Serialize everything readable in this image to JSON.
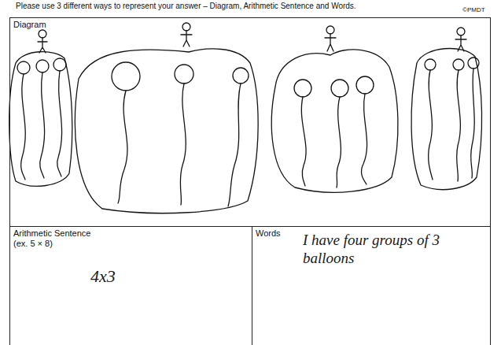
{
  "diagram": {
    "nodes": [
      {
        "text": [
          "Diagram"
        ]
      },
      {
        "text": [
          "Arithmetic Sentence (ex. 5 × 8)",
          "4x3"
        ]
      },
      {
        "text": [
          "Words",
          "I have four groups of 3 balloons"
        ]
      }
    ],
    "labels": [
      "Please use 3 different ways to represent your answer – Diagram, Arithmetic Sentence and Words.",
      "©PMDT"
    ]
  }
}
